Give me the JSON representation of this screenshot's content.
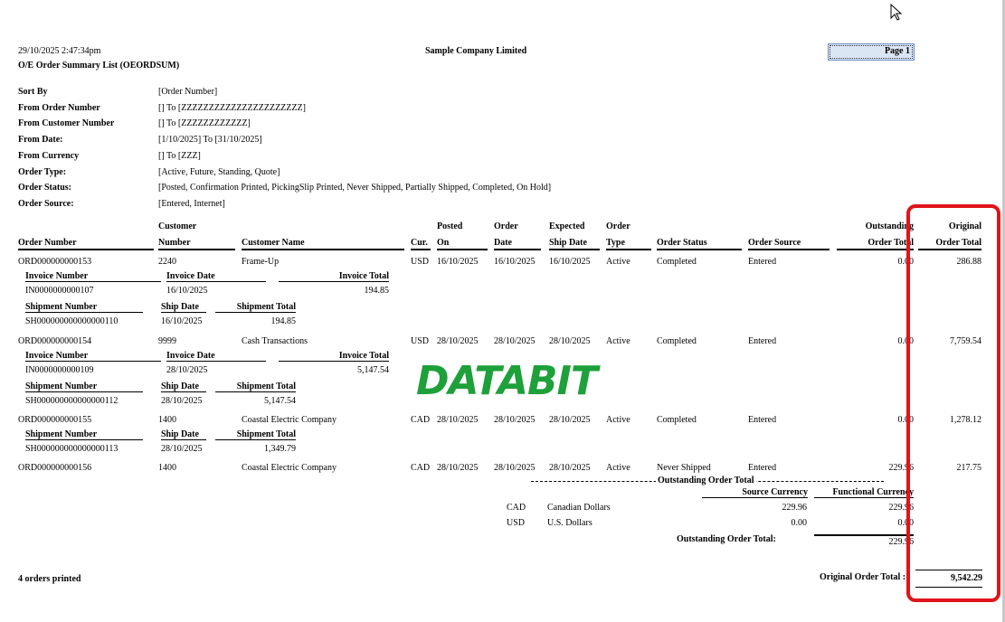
{
  "header": {
    "datetime": "29/10/2025  2:47:34pm",
    "company": "Sample Company Limited",
    "report_title": "O/E Order Summary List (OEORDSUM)",
    "page_label": "Page 1"
  },
  "criteria": [
    {
      "label": "Sort By",
      "value": "[Order Number]"
    },
    {
      "label": "From Order Number",
      "value": "[] To [ZZZZZZZZZZZZZZZZZZZZZZ]"
    },
    {
      "label": "From Customer Number",
      "value": "[] To [ZZZZZZZZZZZZ]"
    },
    {
      "label": "From Date:",
      "value": "[1/10/2025]  To  [31/10/2025]"
    },
    {
      "label": "From Currency",
      "value": "[] To [ZZZ]"
    },
    {
      "label": "Order Type:",
      "value": "[Active, Future, Standing, Quote]"
    },
    {
      "label": "Order Status:",
      "value": "[Posted, Confirmation Printed, PickingSlip Printed, Never Shipped, Partially Shipped, Completed, On Hold]"
    },
    {
      "label": "Order Source:",
      "value": "[Entered, Internet]"
    }
  ],
  "columns": {
    "order_number": "Order Number",
    "customer_top": "Customer",
    "customer_bottom": "Number",
    "customer_name": "Customer Name",
    "cur": "Cur.",
    "posted_top": "Posted",
    "posted_bottom": "On",
    "order_date_top": "Order",
    "order_date_bottom": "Date",
    "expected_top": "Expected",
    "expected_bottom": "Ship Date",
    "type_top": "Order",
    "type_bottom": "Type",
    "status": "Order Status",
    "source": "Order Source",
    "outstanding_top": "Outstanding",
    "outstanding_bottom": "Order Total",
    "original_top": "Original",
    "original_bottom": "Order Total"
  },
  "sub_headers": {
    "invoice_number": "Invoice Number",
    "invoice_date": "Invoice Date",
    "invoice_total": "Invoice Total",
    "shipment_number": "Shipment Number",
    "ship_date": "Ship Date",
    "shipment_total": "Shipment Total"
  },
  "orders": [
    {
      "order_number": "ORD000000000153",
      "customer_number": "2240",
      "customer_name": "Frame-Up",
      "cur": "USD",
      "posted_on": "16/10/2025",
      "order_date": "16/10/2025",
      "expected_ship": "16/10/2025",
      "type": "Active",
      "status": "Completed",
      "source": "Entered",
      "outstanding": "0.00",
      "original": "286.88",
      "invoice": {
        "number": "IN0000000000107",
        "date": "16/10/2025",
        "total": "194.85"
      },
      "shipment": {
        "number": "SH000000000000000110",
        "date": "16/10/2025",
        "total": "194.85"
      }
    },
    {
      "order_number": "ORD000000000154",
      "customer_number": "9999",
      "customer_name": "Cash Transactions",
      "cur": "USD",
      "posted_on": "28/10/2025",
      "order_date": "28/10/2025",
      "expected_ship": "28/10/2025",
      "type": "Active",
      "status": "Completed",
      "source": "Entered",
      "outstanding": "0.00",
      "original": "7,759.54",
      "invoice": {
        "number": "IN0000000000109",
        "date": "28/10/2025",
        "total": "5,147.54"
      },
      "shipment": {
        "number": "SH000000000000000112",
        "date": "28/10/2025",
        "total": "5,147.54"
      }
    },
    {
      "order_number": "ORD000000000155",
      "customer_number": "1400",
      "customer_name": "Coastal Electric Company",
      "cur": "CAD",
      "posted_on": "28/10/2025",
      "order_date": "28/10/2025",
      "expected_ship": "28/10/2025",
      "type": "Active",
      "status": "Completed",
      "source": "Entered",
      "outstanding": "0.00",
      "original": "1,278.12",
      "shipment": {
        "number": "SH000000000000000113",
        "date": "28/10/2025",
        "total": "1,349.79"
      }
    },
    {
      "order_number": "ORD000000000156",
      "customer_number": "1400",
      "customer_name": "Coastal Electric Company",
      "cur": "CAD",
      "posted_on": "28/10/2025",
      "order_date": "28/10/2025",
      "expected_ship": "28/10/2025",
      "type": "Active",
      "status": "Never Shipped",
      "source": "Entered",
      "outstanding": "229.96",
      "original": "217.75"
    }
  ],
  "summary": {
    "title": "Outstanding Order Total",
    "source_currency": "Source Currency",
    "functional_currency": "Functional Currency",
    "rows": [
      {
        "code": "CAD",
        "name": "Canadian Dollars",
        "source": "229.96",
        "functional": "229.96"
      },
      {
        "code": "USD",
        "name": "U.S. Dollars",
        "source": "0.00",
        "functional": "0.00"
      }
    ],
    "total_label": "Outstanding Order Total:",
    "total": "229.96"
  },
  "footer": {
    "orders_printed": "4 orders printed",
    "original_total_label": "Original Order Total :",
    "original_total": "9,542.29"
  },
  "watermark": "DATABIT",
  "colors": {
    "highlight": "#e0141a",
    "watermark": "#1ea03a"
  }
}
